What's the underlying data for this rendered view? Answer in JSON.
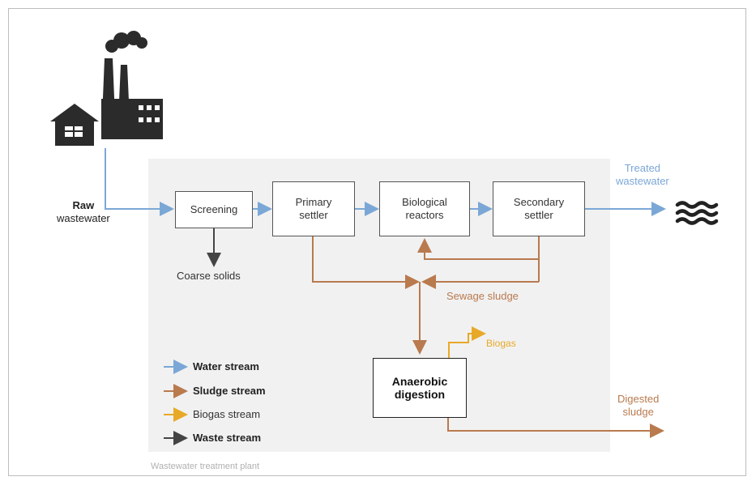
{
  "title": "",
  "colors": {
    "water": "#7ba7d6",
    "sludge": "#b97a4e",
    "biogas": "#e8a928",
    "waste": "#444444",
    "plant_bg": "#f1f1f1"
  },
  "icons": {
    "source": "factory-and-house-icon",
    "outlet": "water-waves-icon"
  },
  "inputs": {
    "raw_line1": "Raw",
    "raw_line2": "wastewater"
  },
  "outputs": {
    "treated_line1": "Treated",
    "treated_line2": "wastewater",
    "coarse_solids": "Coarse solids",
    "sewage_sludge": "Sewage sludge",
    "biogas": "Biogas",
    "digested_line1": "Digested",
    "digested_line2": "sludge"
  },
  "units": {
    "screening": "Screening",
    "primary_line1": "Primary",
    "primary_line2": "settler",
    "bio_line1": "Biological",
    "bio_line2": "reactors",
    "secondary_line1": "Secondary",
    "secondary_line2": "settler",
    "anaerobic_line1": "Anaerobic",
    "anaerobic_line2": "digestion"
  },
  "legend": [
    {
      "label": "Water stream",
      "color": "#7ba7d6"
    },
    {
      "label": "Sludge stream",
      "color": "#b97a4e"
    },
    {
      "label": "Biogas stream",
      "color": "#e8a928"
    },
    {
      "label": "Waste stream",
      "color": "#444444"
    }
  ],
  "plant_label": "Wastewater treatment plant"
}
